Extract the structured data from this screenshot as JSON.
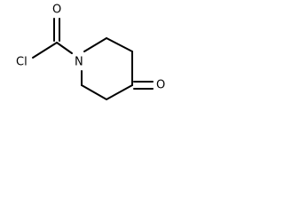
{
  "molecule": {
    "atoms": {
      "chlorine": "Cl",
      "nitrogen": "N",
      "carbonyl_oxygen_acyl": "O",
      "ketone_oxygen": "O"
    }
  }
}
